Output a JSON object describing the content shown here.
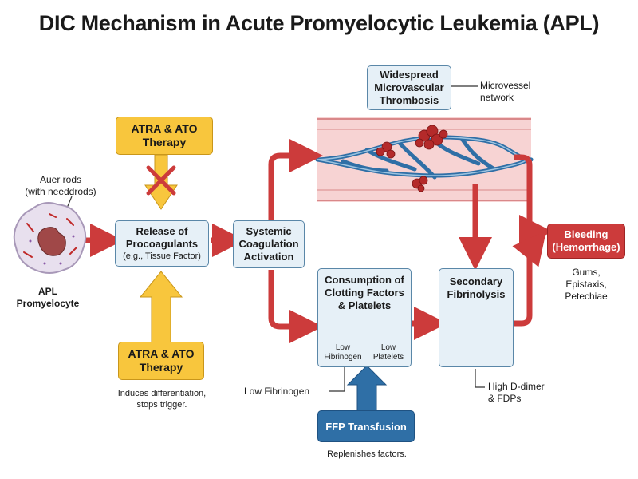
{
  "title": "DIC Mechanism in Acute Promyelocytic Leukemia (APL)",
  "cell": {
    "label_line1": "APL",
    "label_line2": "Promyelocyte"
  },
  "auer": {
    "line1": "Auer rods",
    "line2": "(with needdrods)"
  },
  "therapy_top": {
    "line1": "ATRA & ATO",
    "line2": "Therapy"
  },
  "therapy_bottom": {
    "line1": "ATRA & ATO",
    "line2": "Therapy"
  },
  "therapy_note": {
    "line1": "Induces differentiation,",
    "line2": "stops trigger."
  },
  "release": {
    "line1": "Release of",
    "line2": "Procoagulants",
    "sub": "(e.g., Tissue Factor)"
  },
  "systemic": {
    "line1": "Systemic",
    "line2": "Coagulation",
    "line3": "Activation"
  },
  "thrombosis": {
    "line1": "Widespread",
    "line2": "Microvascular",
    "line3": "Thrombosis"
  },
  "microvessel": {
    "line1": "Microvessel",
    "line2": "network"
  },
  "consumption": {
    "line1": "Consumption of",
    "line2": "Clotting Factors",
    "line3": "& Platelets",
    "fib_line1": "Low",
    "fib_line2": "Fibrinogen",
    "plt_line1": "Low",
    "plt_line2": "Platelets"
  },
  "fibrinolysis": {
    "line1": "Secondary",
    "line2": "Fibrinolysis"
  },
  "bleeding": {
    "line1": "Bleeding",
    "line2": "(Hemorrhage)"
  },
  "symptoms": {
    "line1": "Gums,",
    "line2": "Epistaxis,",
    "line3": "Petechiae"
  },
  "low_fibrinogen": "Low Fibrinogen",
  "ddimer": {
    "line1": "High D-dimer",
    "line2": "& FDPs"
  },
  "ffp": {
    "label": "FFP Transfusion",
    "note": "Replenishes factors."
  },
  "colors": {
    "red": "#cc3b3b",
    "yellow": "#f8c63d",
    "blue": "#e6f0f7",
    "navy": "#2f6fa6",
    "vessel": "#f7d3d3"
  }
}
